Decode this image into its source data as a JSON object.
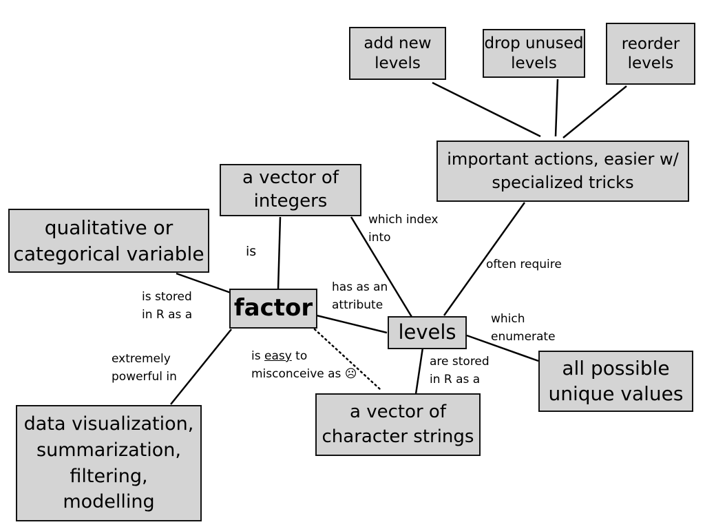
{
  "nodes": {
    "add_new_levels": [
      "add new",
      "levels"
    ],
    "drop_unused_levels": [
      "drop unused",
      "levels"
    ],
    "reorder_levels": [
      "reorder",
      "levels"
    ],
    "important_actions": [
      "important actions, easier w/",
      "specialized tricks"
    ],
    "vector_of_integers": [
      "a vector of",
      "integers"
    ],
    "qualitative_variable": [
      "qualitative or",
      "categorical variable"
    ],
    "factor": "factor",
    "levels": "levels",
    "all_possible_unique_values": [
      "all possible",
      "unique values"
    ],
    "vector_of_character_strings": [
      "a vector of",
      "character strings"
    ],
    "data_visualization": [
      "data visualization,",
      "summarization,",
      "filtering,",
      "modelling"
    ]
  },
  "edge_labels": {
    "is": "is",
    "which_index_into": [
      "which index",
      "into"
    ],
    "often_require": "often require",
    "is_stored_in_r_as_a": [
      "is stored",
      "in R as a"
    ],
    "has_as_an_attribute": [
      "has as an",
      "attribute"
    ],
    "which_enumerate": [
      "which",
      "enumerate"
    ],
    "extremely_powerful_in": [
      "extremely",
      "powerful in"
    ],
    "easy_to_misconceive": {
      "part1": "is ",
      "underlined": "easy",
      "part2": " to",
      "line2": "misconceive as ☹"
    },
    "are_stored_in_r_as_a": [
      "are stored",
      "in R as a"
    ]
  }
}
